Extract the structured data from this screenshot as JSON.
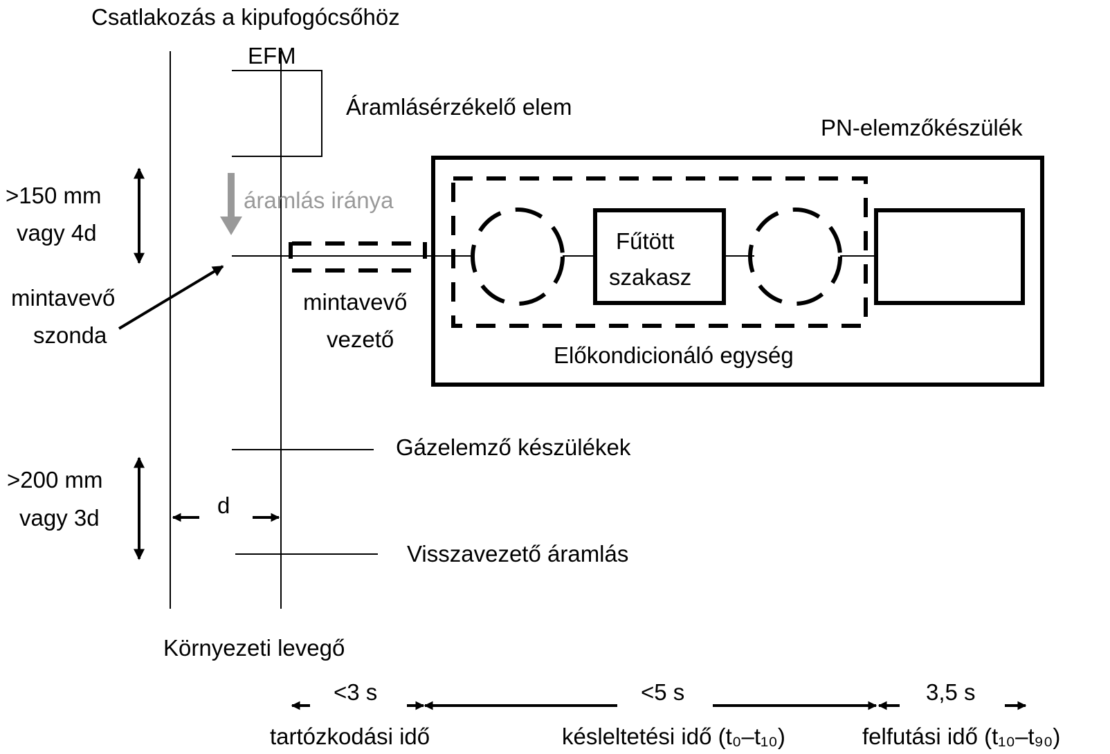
{
  "labels": {
    "exhaust_connection": "Csatlakozás a kipufogócsőhöz",
    "efm": "EFM",
    "flow_sensor": "Áramlásérzékelő elem",
    "pn_analyzer": "PN-elemzőkészülék",
    "dist_top_line1": ">150 mm",
    "dist_top_line2": "vagy 4d",
    "flow_direction": "áramlás iránya",
    "probe_line1": "mintavevő",
    "probe_line2": "szonda",
    "transfer_line1": "mintavevő",
    "transfer_line2": "vezető",
    "heated_line1": "Fűtött",
    "heated_line2": "szakasz",
    "preconditioning": "Előkondicionáló egység",
    "gas_analyzers": "Gázelemző készülékek",
    "dist_bottom_line1": ">200 mm",
    "dist_bottom_line2": "vagy 3d",
    "diameter": "d",
    "return_flow": "Visszavezető áramlás",
    "ambient_air": "Környezeti levegő"
  },
  "timeline": {
    "residence_value": "<3 s",
    "residence_label": "tartózkodási idő",
    "delay_value": "<5 s",
    "delay_label": "késleltetési idő (t₀–t₁₀)",
    "rise_value": "3,5 s",
    "rise_label": "felfutási idő (t₁₀–t₉₀)"
  },
  "colors": {
    "line": "#000000",
    "flow_arrow": "#999999"
  }
}
